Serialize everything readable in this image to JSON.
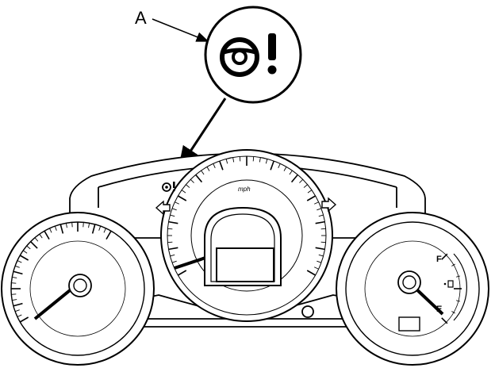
{
  "callout": {
    "label": "A",
    "icon": "steering-warning-icon"
  },
  "speedometer": {
    "unit": "mph"
  },
  "fuel_gauge": {
    "full_label": "F",
    "empty_label": "E",
    "pump_icon": "fuel-pump-icon"
  },
  "indicators": {
    "left_turn": "left-turn-arrow-icon",
    "right_turn": "right-turn-arrow-icon",
    "cluster_warning": "steering-warning-icon"
  },
  "colors": {
    "line": "#000000",
    "background": "#ffffff"
  }
}
